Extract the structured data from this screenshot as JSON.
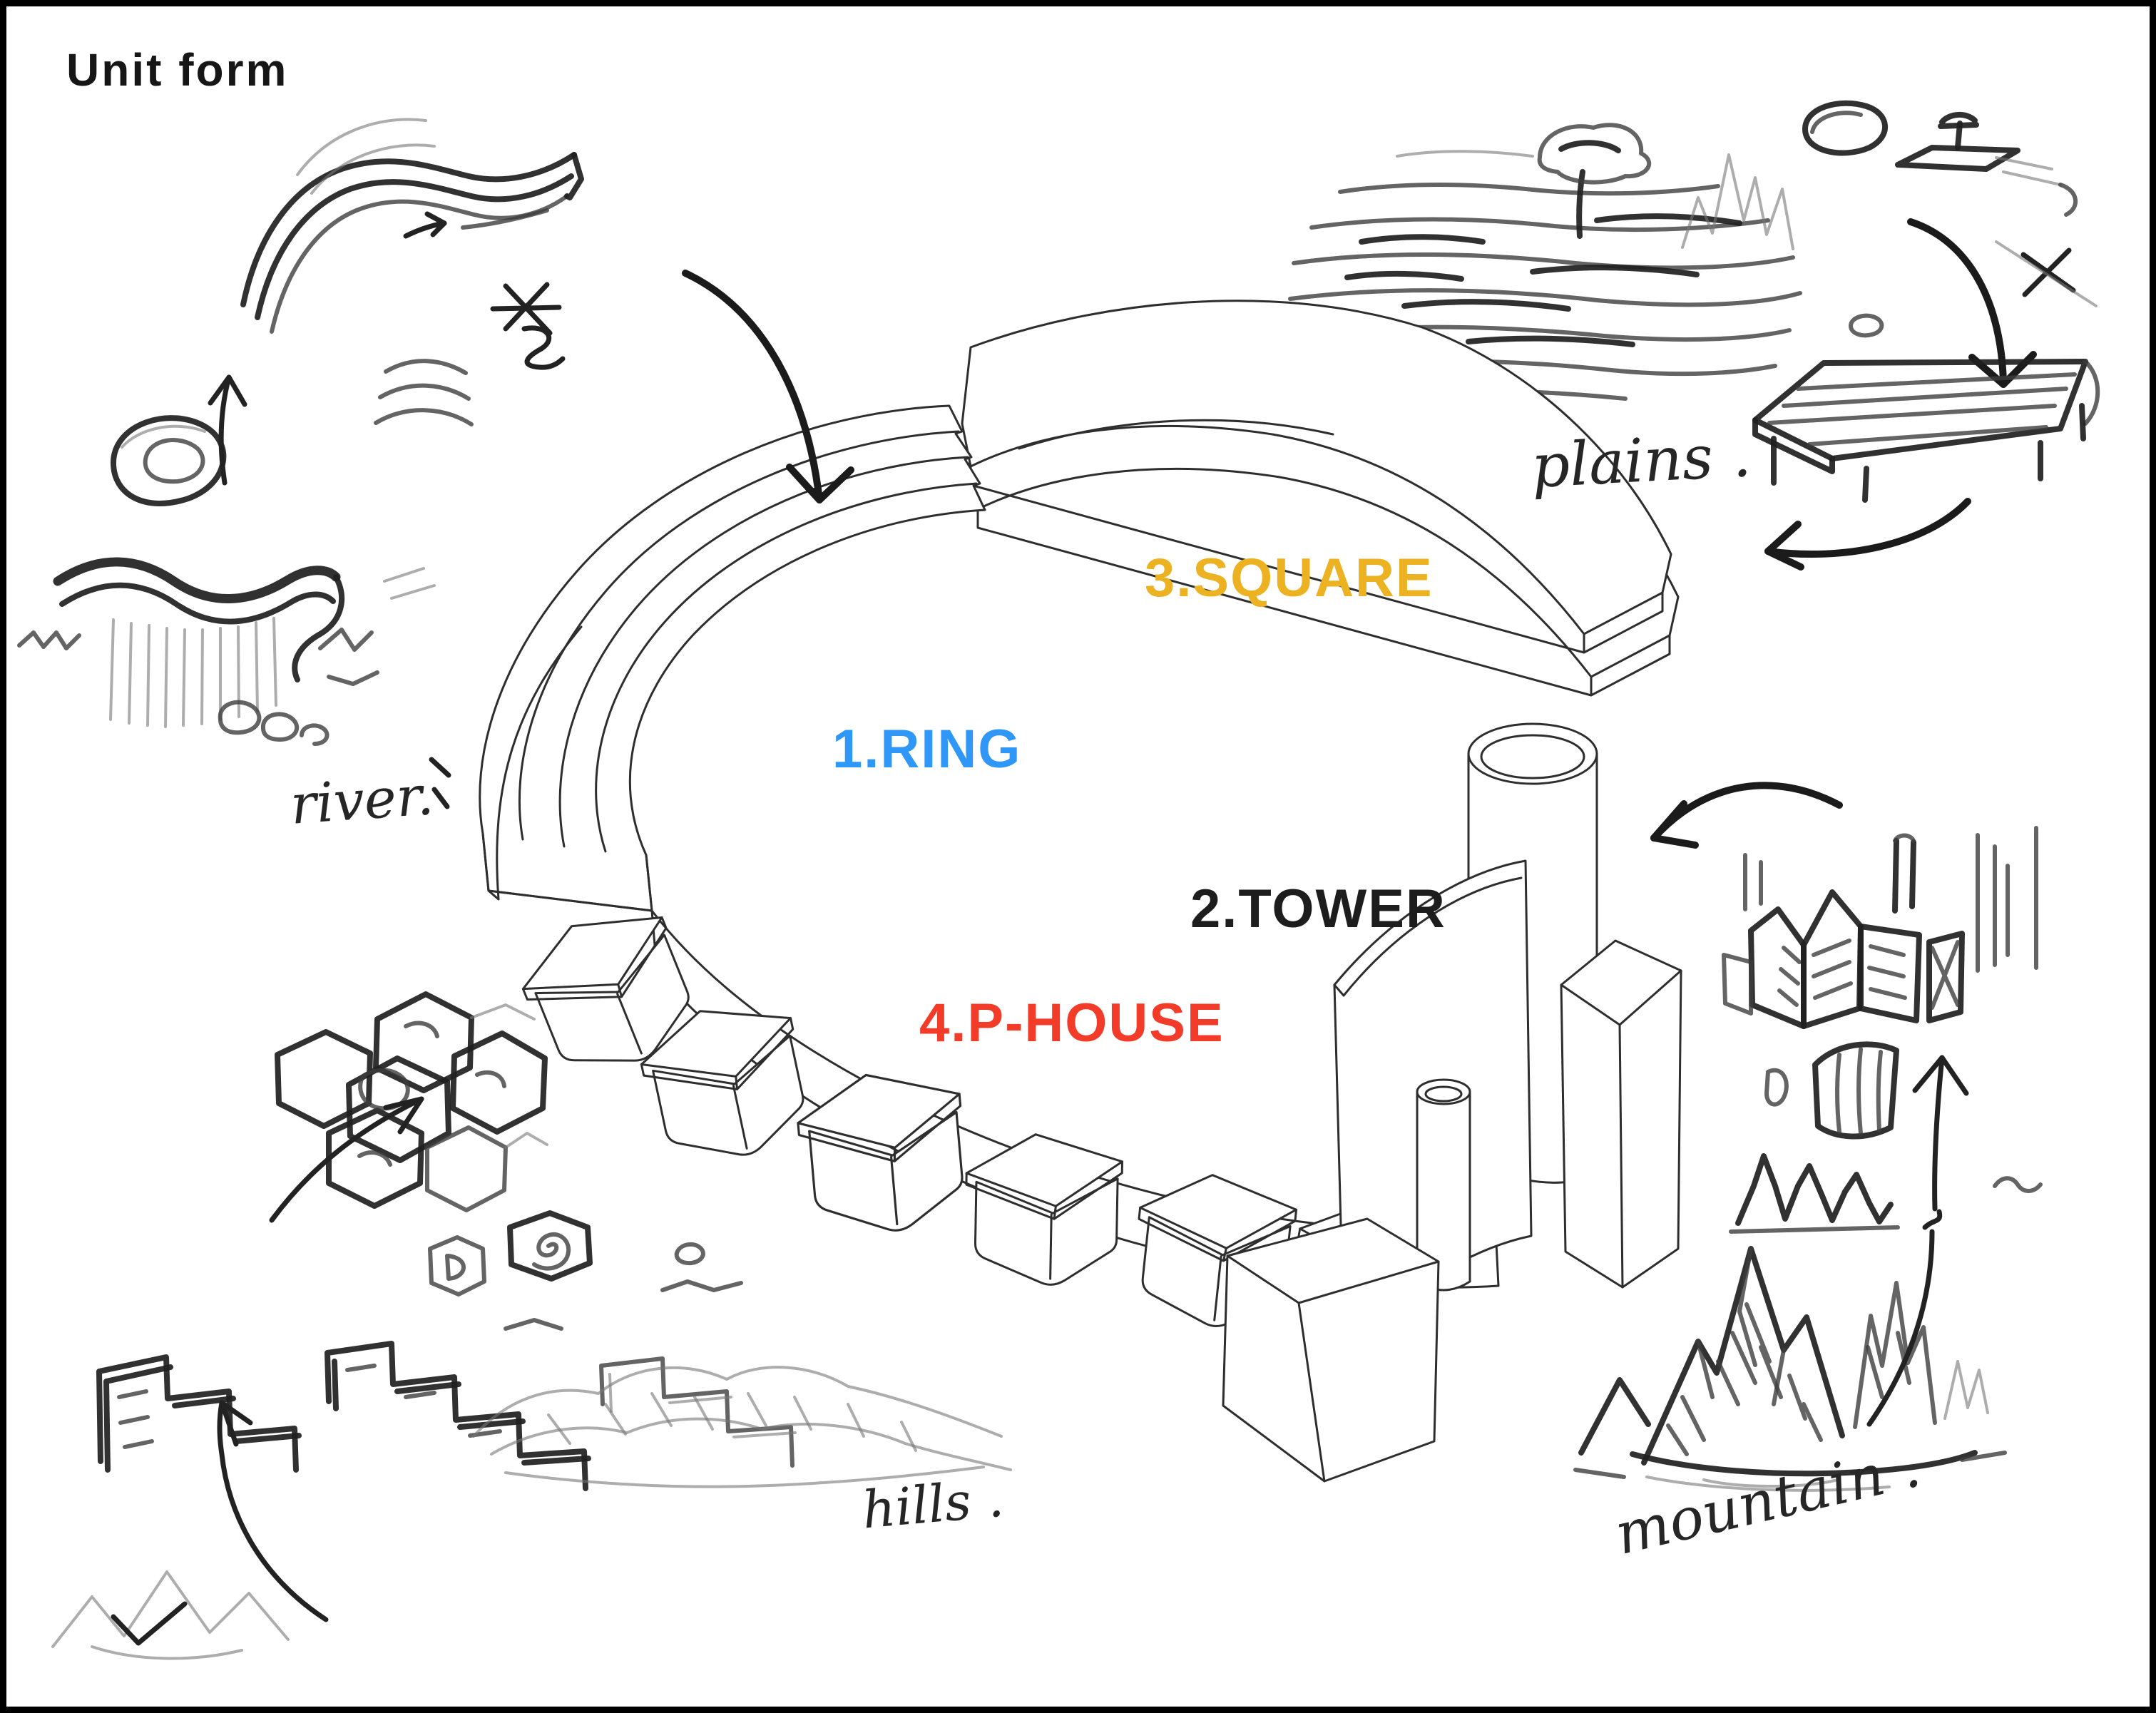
{
  "title": "Unit form",
  "legend": {
    "items": [
      {
        "id": "ring",
        "label": "1.RING",
        "color": "#2F97F7"
      },
      {
        "id": "tower",
        "label": "2.TOWER",
        "color": "#1D1D1D"
      },
      {
        "id": "square",
        "label": "3.SQUARE",
        "color": "#EDB222"
      },
      {
        "id": "phouse",
        "label": "4.P-HOUSE",
        "color": "#F23B28"
      }
    ]
  },
  "annotations": {
    "river": "river.",
    "plains": "plains .",
    "hills": "hills .",
    "mountain": "mountain ."
  },
  "sketch_icons": [
    "wave-ribbon-icon",
    "circle-scribble-icon",
    "river-meander-icon",
    "up-arrow-icon",
    "plains-field-icon",
    "tree-icon",
    "oval-plate-icon",
    "flag-table-icon",
    "down-arrow-icon",
    "x-mark-icon",
    "striped-table-icon",
    "return-arrow-icon",
    "hexagon-cluster-icon",
    "terraced-blocks-icon",
    "spiral-hexagon-icon",
    "hills-scribble-icon",
    "bird-marks-icon",
    "mountain-peaks-icon",
    "city-blocks-icon",
    "chimney-icon",
    "curved-panel-icon",
    "peaks-profile-icon",
    "tilde-icon",
    "asterisk-icon",
    "curve-arrow-icon"
  ],
  "colors": {
    "background": "#FFFFFF",
    "frame": "#000000",
    "ink": "#2E2E2E",
    "pencil": "#3D3D3D"
  }
}
